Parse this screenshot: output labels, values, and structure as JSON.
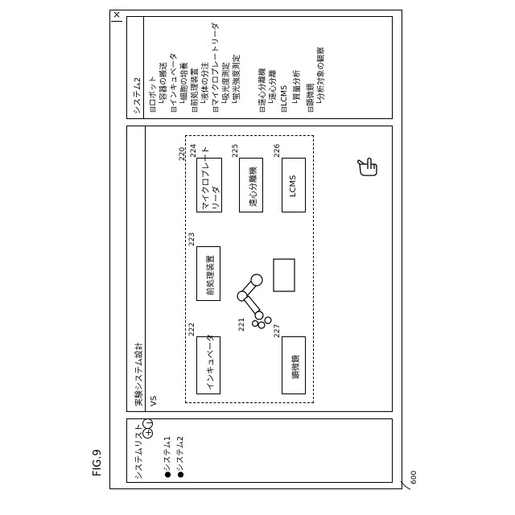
{
  "figure_label": "FIG.9",
  "outer_ref": "600",
  "close_glyph": "×",
  "system_list": {
    "title": "システムリスト",
    "add_glyph": "+",
    "remove_glyph": "−",
    "items": [
      "●システム1",
      "●システム2"
    ]
  },
  "design_panel": {
    "title": "実験システム設計",
    "vs_label": "VS",
    "group_ref": "220",
    "robot_ref": "221",
    "devices": [
      {
        "ref": "222",
        "label": "インキュベータ"
      },
      {
        "ref": "223",
        "label": "前処理装置"
      },
      {
        "ref": "224",
        "label_line1": "マイクロプレート",
        "label_line2": "リーダ"
      },
      {
        "ref": "225",
        "label": "遠心分離機"
      },
      {
        "ref": "226",
        "label": "LCMS"
      },
      {
        "ref": "227",
        "label": "顕微鏡"
      }
    ]
  },
  "tree_panel": {
    "title": "システム2",
    "items": [
      "⊟ロボット",
      "　└容器の搬送",
      "⊟インキュベータ",
      "　└細胞の培養",
      "⊟前処理装置",
      "　└液体の分注",
      "⊟マイクロプレートリーダ",
      "　└吸光度測定",
      "　└蛍光強度測定",
      "⊟遠心分離機",
      "　└遠心分離",
      "⊟LCMS",
      "　└質量分析",
      "⊟顕微鏡",
      "　└分析対象の観察"
    ]
  }
}
